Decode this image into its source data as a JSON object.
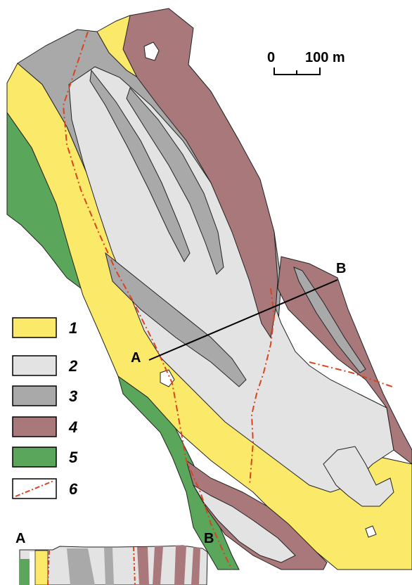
{
  "colors": {
    "unit1": "#fbe96a",
    "unit2": "#e3e3e3",
    "unit3": "#a9a9a9",
    "unit4": "#a9787a",
    "unit5": "#5aa65a",
    "fault": "#d9441f"
  },
  "scale_bar": {
    "start_label": "0",
    "end_label": "100 m"
  },
  "section_line": {
    "start_label": "A",
    "end_label": "B"
  },
  "legend": [
    {
      "number": "1",
      "color": "#fbe96a",
      "type": "fill"
    },
    {
      "number": "2",
      "color": "#e3e3e3",
      "type": "fill"
    },
    {
      "number": "3",
      "color": "#a9a9a9",
      "type": "fill"
    },
    {
      "number": "4",
      "color": "#a9787a",
      "type": "fill"
    },
    {
      "number": "5",
      "color": "#5aa65a",
      "type": "fill"
    },
    {
      "number": "6",
      "color": "#d9441f",
      "type": "fault-line"
    }
  ],
  "cross_section": {
    "left_label": "A",
    "right_label": "B"
  }
}
